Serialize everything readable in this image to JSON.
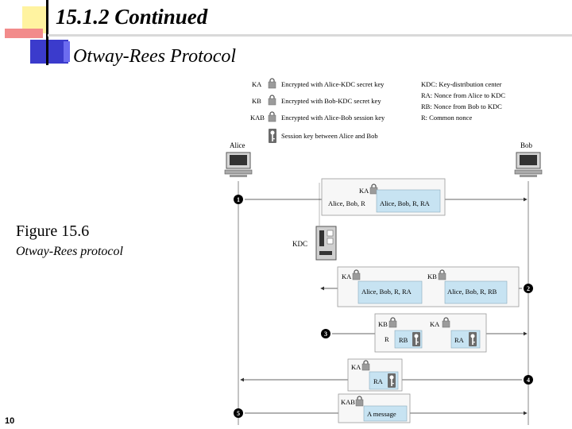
{
  "slide": {
    "title": "15.1.2  Continued",
    "subtitle": "Otway-Rees Protocol",
    "page_number": "10"
  },
  "figure": {
    "caption": "Figure 15.6",
    "caption_sub": "Otway-Rees protocol"
  },
  "legend": {
    "left": [
      {
        "key": "KA",
        "text": "Encrypted with Alice-KDC secret key"
      },
      {
        "key": "KB",
        "text": "Encrypted with Bob-KDC secret key"
      },
      {
        "key": "KAB",
        "text": "Encrypted with Alice-Bob session key"
      },
      {
        "key": "",
        "text": "Session key between Alice and Bob"
      }
    ],
    "right": [
      "KDC: Key-distribution center",
      "RA: Nonce from Alice to KDC",
      "RB: Nonce from Bob to KDC",
      "R: Common nonce"
    ]
  },
  "actors": {
    "alice": "Alice",
    "bob": "Bob",
    "kdc": "KDC"
  },
  "steps": {
    "s1": {
      "num": "1",
      "key": "KA",
      "plain": "Alice, Bob, R",
      "enc": "Alice, Bob, R, RA"
    },
    "s2": {
      "num": "2",
      "key_a": "KA",
      "key_b": "KB",
      "enc_a": "Alice, Bob, R, RA",
      "enc_b": "Alice, Bob, R, RB"
    },
    "s3": {
      "num": "3",
      "key_b": "KB",
      "key_a": "KA",
      "r": "R",
      "enc_b": "RB",
      "enc_a": "RA"
    },
    "s4": {
      "num": "4",
      "key": "KA",
      "enc": "RA"
    },
    "s5": {
      "num": "5",
      "key": "KAB",
      "enc": "A message"
    }
  },
  "colors": {
    "highlight": "#c7e3f2",
    "box_border": "#9a9a9a",
    "box_fill": "#f7f7f7",
    "step_circle": "#000000"
  }
}
